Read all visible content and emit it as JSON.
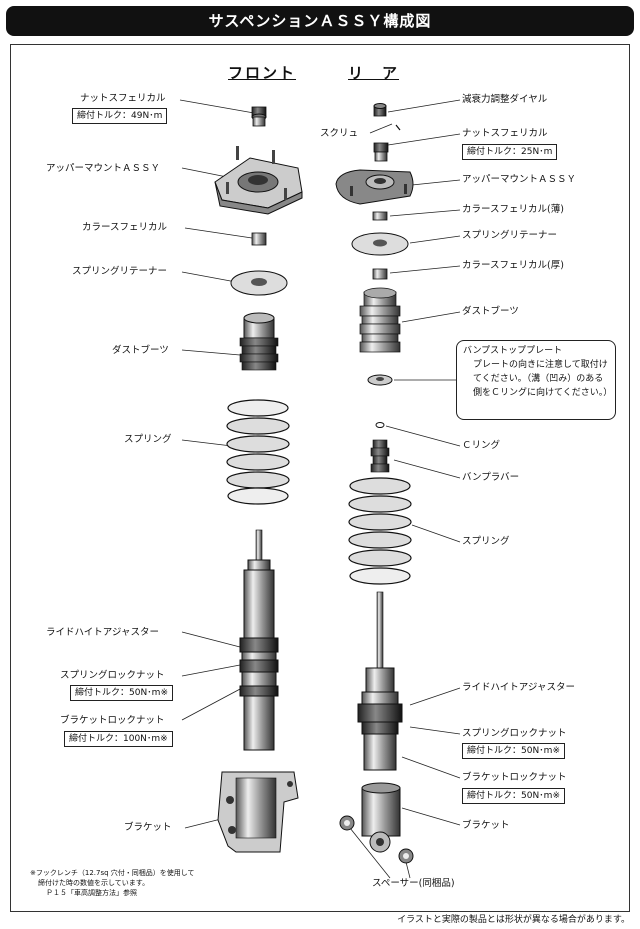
{
  "banner": "サスペンションＡＳＳＹ構成図",
  "headers": {
    "front": "フロント",
    "rear": "リ　ア"
  },
  "front": {
    "nut_spherical": "ナットスフェリカル",
    "nut_torque": "締付トルク：49N･m",
    "upper_mount": "アッパーマウントＡＳＳＹ",
    "collar_spherical": "カラースフェリカル",
    "spring_retainer": "スプリングリテーナー",
    "dust_boot": "ダストブーツ",
    "spring": "スプリング",
    "ride_height": "ライドハイトアジャスター",
    "spring_lock_nut": "スプリングロックナット",
    "spring_lock_torque": "締付トルク：50N･m※",
    "bracket_lock_nut": "ブラケットロックナット",
    "bracket_lock_torque": "締付トルク：100N･m※",
    "bracket": "ブラケット"
  },
  "rear": {
    "damping_dial": "減衰力調整ダイヤル",
    "screw": "スクリュ",
    "nut_spherical": "ナットスフェリカル",
    "nut_torque": "締付トルク：25N･m",
    "upper_mount": "アッパーマウントＡＳＳＹ",
    "collar_thin": "カラースフェリカル(薄)",
    "spring_retainer": "スプリングリテーナー",
    "collar_thick": "カラースフェリカル(厚)",
    "dust_boot": "ダストブーツ",
    "bump_stop_title": "バンプストッププレート",
    "bump_stop_body": "プレートの向きに注意して取付けてください。（溝（凹み）のある側をＣリングに向けてください。）",
    "c_ring": "Ｃリング",
    "bump_rubber": "バンプラバー",
    "spring": "スプリング",
    "ride_height": "ライドハイトアジャスター",
    "spring_lock_nut": "スプリングロックナット",
    "spring_lock_torque": "締付トルク：50N･m※",
    "bracket_lock_nut": "ブラケットロックナット",
    "bracket_lock_torque": "締付トルク：50N･m※",
    "bracket": "ブラケット",
    "spacer": "スペーサー(同梱品)"
  },
  "footnote": {
    "line1": "※フックレンチ（12.7sq 穴付・同梱品）を使用して",
    "line2": "締付けた時の数値を示しています。",
    "line3": "Ｐ１５「車高調整方法」参照"
  },
  "footer": "イラストと実際の製品とは形状が異なる場合があります。"
}
